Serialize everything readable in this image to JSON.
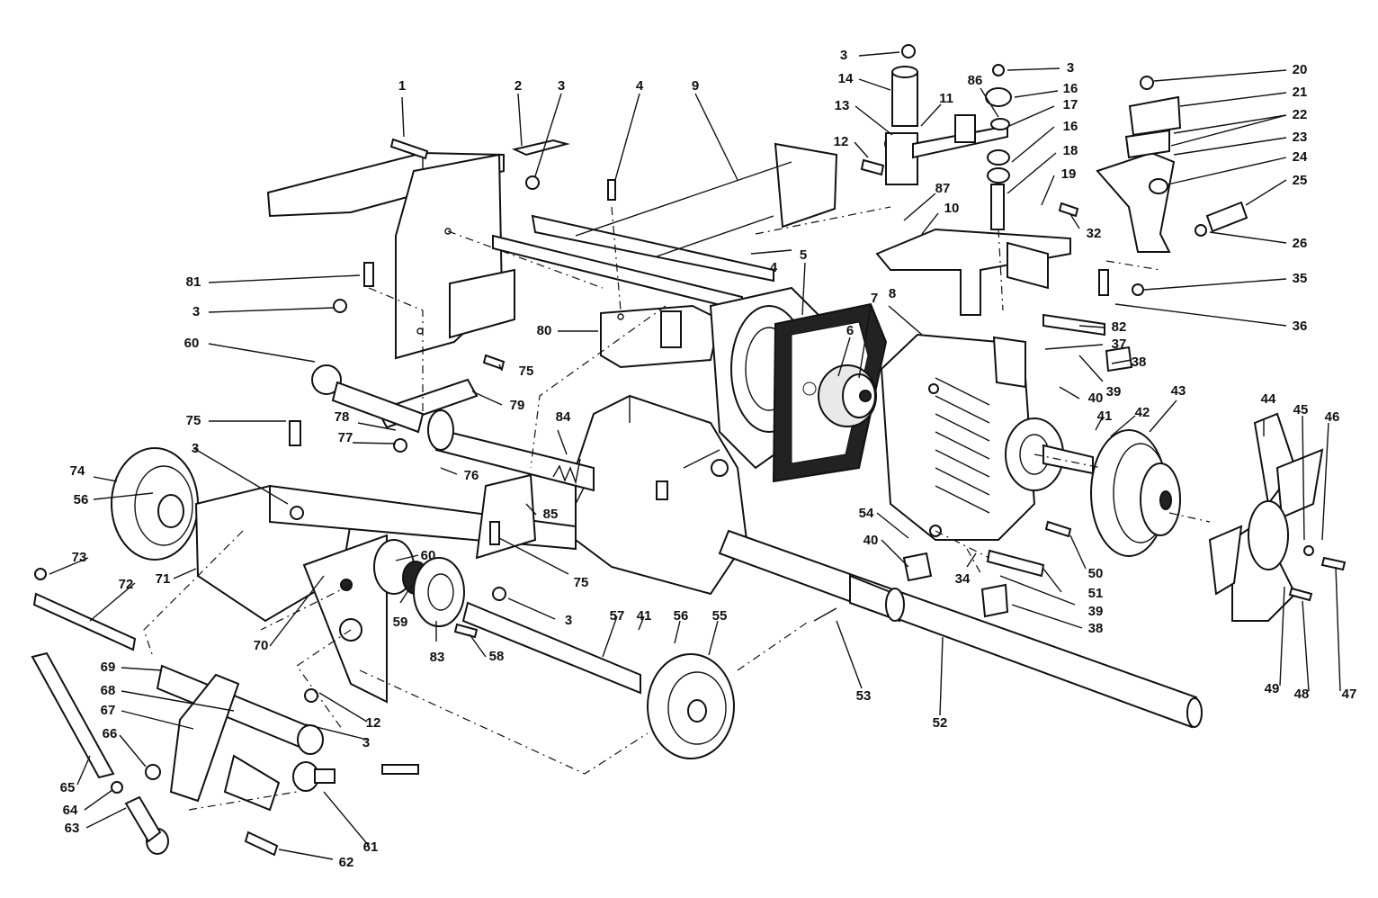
{
  "diagram": {
    "callouts": [
      {
        "id": "c1",
        "text": "1"
      },
      {
        "id": "c2",
        "text": "2"
      },
      {
        "id": "c3a",
        "text": "3"
      },
      {
        "id": "c4a",
        "text": "4"
      },
      {
        "id": "c9",
        "text": "9"
      },
      {
        "id": "c3b",
        "text": "3"
      },
      {
        "id": "c14",
        "text": "14"
      },
      {
        "id": "c13",
        "text": "13"
      },
      {
        "id": "c11",
        "text": "11"
      },
      {
        "id": "c12a",
        "text": "12"
      },
      {
        "id": "c86",
        "text": "86"
      },
      {
        "id": "c3c",
        "text": "3"
      },
      {
        "id": "c16a",
        "text": "16"
      },
      {
        "id": "c17",
        "text": "17"
      },
      {
        "id": "c16b",
        "text": "16"
      },
      {
        "id": "c18",
        "text": "18"
      },
      {
        "id": "c19",
        "text": "19"
      },
      {
        "id": "c87",
        "text": "87"
      },
      {
        "id": "c10",
        "text": "10"
      },
      {
        "id": "c32",
        "text": "32"
      },
      {
        "id": "c20",
        "text": "20"
      },
      {
        "id": "c21",
        "text": "21"
      },
      {
        "id": "c22",
        "text": "22"
      },
      {
        "id": "c23",
        "text": "23"
      },
      {
        "id": "c24",
        "text": "24"
      },
      {
        "id": "c25",
        "text": "25"
      },
      {
        "id": "c26",
        "text": "26"
      },
      {
        "id": "c35",
        "text": "35"
      },
      {
        "id": "c36",
        "text": "36"
      },
      {
        "id": "c81",
        "text": "81"
      },
      {
        "id": "c3d",
        "text": "3"
      },
      {
        "id": "c60a",
        "text": "60"
      },
      {
        "id": "c75a",
        "text": "75"
      },
      {
        "id": "c4b",
        "text": "4"
      },
      {
        "id": "c5",
        "text": "5"
      },
      {
        "id": "c7",
        "text": "7"
      },
      {
        "id": "c8",
        "text": "8"
      },
      {
        "id": "c6",
        "text": "6"
      },
      {
        "id": "c80",
        "text": "80"
      },
      {
        "id": "c82",
        "text": "82"
      },
      {
        "id": "c37",
        "text": "37"
      },
      {
        "id": "c38a",
        "text": "38"
      },
      {
        "id": "c39a",
        "text": "39"
      },
      {
        "id": "c40a",
        "text": "40"
      },
      {
        "id": "c79",
        "text": "79"
      },
      {
        "id": "c75b",
        "text": "75"
      },
      {
        "id": "c78",
        "text": "78"
      },
      {
        "id": "c77",
        "text": "77"
      },
      {
        "id": "c84",
        "text": "84"
      },
      {
        "id": "c41a",
        "text": "41"
      },
      {
        "id": "c42",
        "text": "42"
      },
      {
        "id": "c43",
        "text": "43"
      },
      {
        "id": "c44",
        "text": "44"
      },
      {
        "id": "c45",
        "text": "45"
      },
      {
        "id": "c46",
        "text": "46"
      },
      {
        "id": "c3e",
        "text": "3"
      },
      {
        "id": "c74",
        "text": "74"
      },
      {
        "id": "c56a",
        "text": "56"
      },
      {
        "id": "c76",
        "text": "76"
      },
      {
        "id": "c85",
        "text": "85"
      },
      {
        "id": "c54",
        "text": "54"
      },
      {
        "id": "c40b",
        "text": "40"
      },
      {
        "id": "c50",
        "text": "50"
      },
      {
        "id": "c34",
        "text": "34"
      },
      {
        "id": "c51",
        "text": "51"
      },
      {
        "id": "c39b",
        "text": "39"
      },
      {
        "id": "c73",
        "text": "73"
      },
      {
        "id": "c72",
        "text": "72"
      },
      {
        "id": "c71",
        "text": "71"
      },
      {
        "id": "c60b",
        "text": "60"
      },
      {
        "id": "c75c",
        "text": "75"
      },
      {
        "id": "c3f",
        "text": "3"
      },
      {
        "id": "c59",
        "text": "59"
      },
      {
        "id": "c57",
        "text": "57"
      },
      {
        "id": "c41b",
        "text": "41"
      },
      {
        "id": "c56b",
        "text": "56"
      },
      {
        "id": "c55",
        "text": "55"
      },
      {
        "id": "c38b",
        "text": "38"
      },
      {
        "id": "c70",
        "text": "70"
      },
      {
        "id": "c83",
        "text": "83"
      },
      {
        "id": "c58",
        "text": "58"
      },
      {
        "id": "c69",
        "text": "69"
      },
      {
        "id": "c68",
        "text": "68"
      },
      {
        "id": "c67",
        "text": "67"
      },
      {
        "id": "c66",
        "text": "66"
      },
      {
        "id": "c12b",
        "text": "12"
      },
      {
        "id": "c3g",
        "text": "3"
      },
      {
        "id": "c53",
        "text": "53"
      },
      {
        "id": "c52",
        "text": "52"
      },
      {
        "id": "c49",
        "text": "49"
      },
      {
        "id": "c48",
        "text": "48"
      },
      {
        "id": "c47",
        "text": "47"
      },
      {
        "id": "c65",
        "text": "65"
      },
      {
        "id": "c64",
        "text": "64"
      },
      {
        "id": "c63",
        "text": "63"
      },
      {
        "id": "c62",
        "text": "62"
      },
      {
        "id": "c61",
        "text": "61"
      }
    ]
  }
}
